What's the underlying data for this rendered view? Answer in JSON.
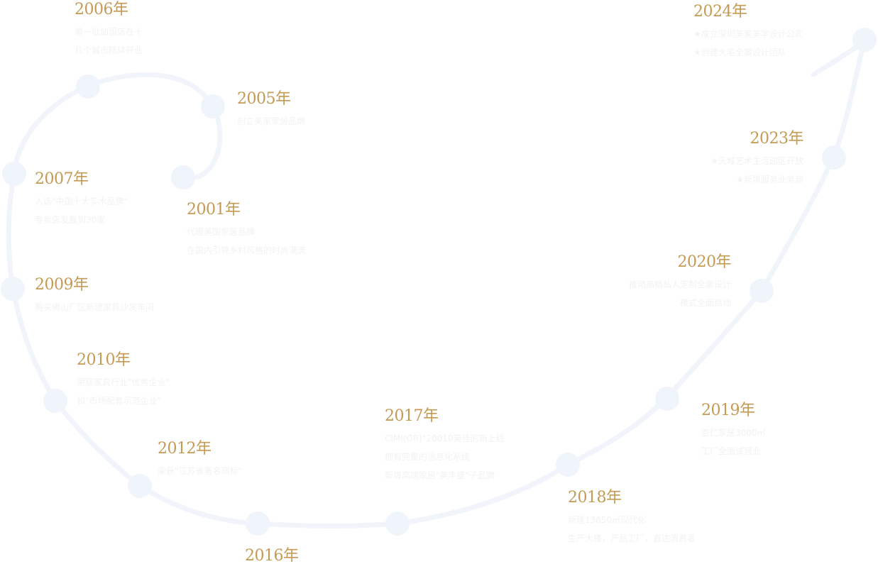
{
  "timeline": {
    "entries": [
      {
        "id": "2006",
        "year": "2006年",
        "lines": [
          "第一批加盟店在十",
          "几个城市陆续开业"
        ]
      },
      {
        "id": "2005",
        "year": "2005年",
        "lines": [
          "创立美家家居品牌"
        ]
      },
      {
        "id": "2007",
        "year": "2007年",
        "lines": [
          "入选\"中国十大实木品牌\"",
          "专卖店发展到30家"
        ]
      },
      {
        "id": "2001",
        "year": "2001年",
        "lines": [
          "代理美国家居品牌",
          "在国内引领乡村风格的时尚潮流"
        ]
      },
      {
        "id": "2009",
        "year": "2009年",
        "lines": [
          "购买佛山厂区新建家具沙发车间"
        ]
      },
      {
        "id": "2010",
        "year": "2010年",
        "lines": [
          "荣获家具行业\"优秀企业\"",
          "和\"市场配套示范企业\""
        ]
      },
      {
        "id": "2012",
        "year": "2012年",
        "lines": [
          "荣获\"江苏省著名商标\""
        ]
      },
      {
        "id": "2016",
        "year": "2016年",
        "lines": []
      },
      {
        "id": "2017",
        "year": "2017年",
        "lines": [
          "CIMI(OR)\"20010英佳的新上线",
          "拥有完整的信息化系统",
          "新增高端家居\"美丰盛\"子品牌"
        ]
      },
      {
        "id": "2018",
        "year": "2018年",
        "lines": [
          "新建13850㎡现代化",
          "生产大楼，产品工厂，直达消费者"
        ]
      },
      {
        "id": "2019",
        "year": "2019年",
        "lines": [
          "杏仁家居3000㎡",
          "工厂全面试营业"
        ]
      },
      {
        "id": "2020",
        "year": "2020年",
        "lines": [
          "推动高档私人定制全案设计",
          "模式全面启动"
        ]
      },
      {
        "id": "2023",
        "year": "2023年",
        "lines": [
          "★天域艺术生活园区开放",
          "★新增服务业务部"
        ]
      },
      {
        "id": "2024",
        "year": "2024年",
        "lines": [
          "★成立深圳美家美学设计公司",
          "★创建大宅全案设计团队"
        ]
      }
    ]
  }
}
